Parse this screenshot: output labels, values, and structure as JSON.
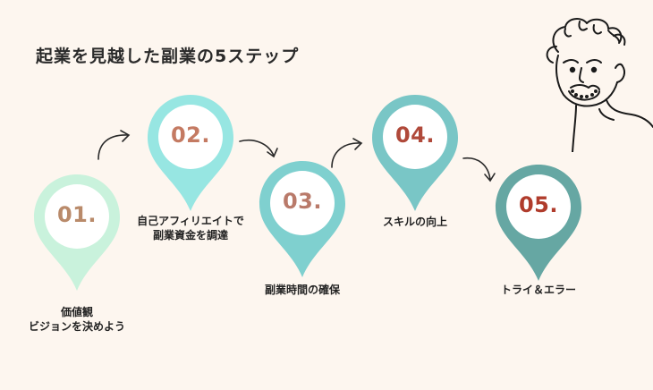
{
  "title": "起業を見越した副業の5ステップ",
  "steps": [
    {
      "num": "01.",
      "label_lines": [
        "価値観",
        "ビジョンを決めよう"
      ],
      "color": "#c9f2dc",
      "num_color": "#b98a6a"
    },
    {
      "num": "02.",
      "label_lines": [
        "自己アフィリエイトで",
        "副業資金を調達"
      ],
      "color": "#97e6e2",
      "num_color": "#c47a62"
    },
    {
      "num": "03.",
      "label_lines": [
        "副業時間の確保"
      ],
      "color": "#7fd0cf",
      "num_color": "#b97a6a"
    },
    {
      "num": "04.",
      "label_lines": [
        "スキルの向上"
      ],
      "color": "#79c6c6",
      "num_color": "#b0493a"
    },
    {
      "num": "05.",
      "label_lines": [
        "トライ＆エラー"
      ],
      "color": "#66a7a3",
      "num_color": "#b03c2c"
    }
  ],
  "icons": [
    "arrow-curved-icon",
    "man-face-illustration"
  ]
}
